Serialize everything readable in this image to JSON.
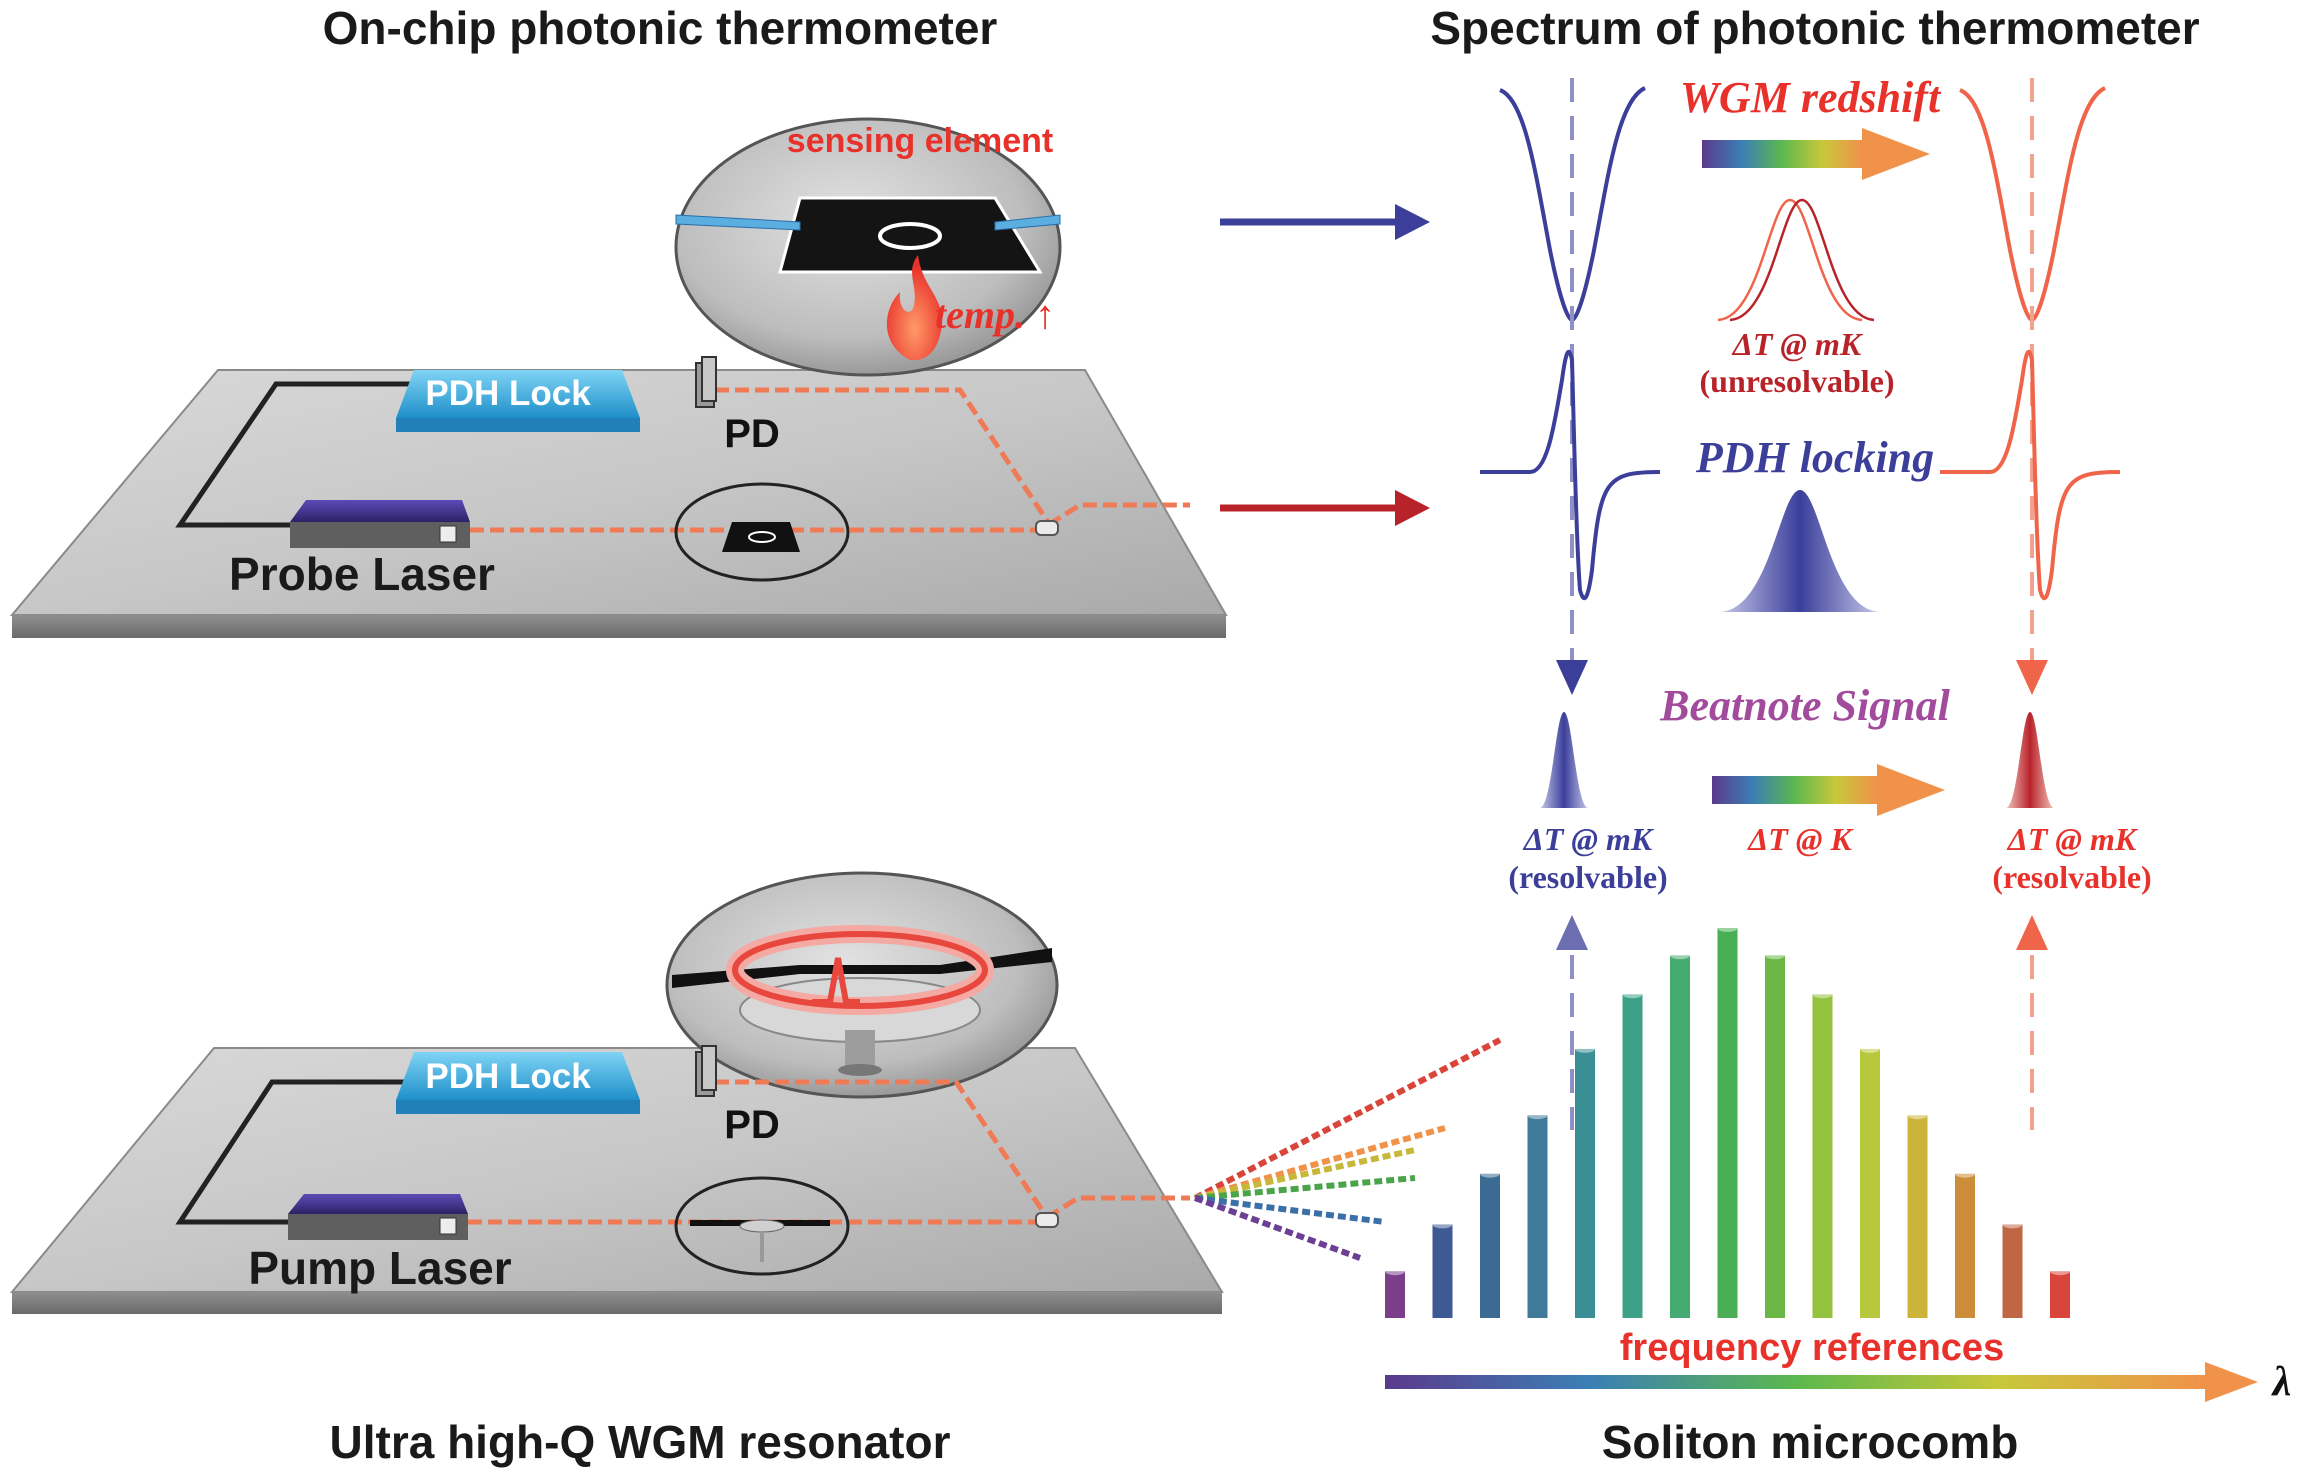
{
  "titles": {
    "top_left": "On-chip photonic thermometer",
    "top_right": "Spectrum of photonic thermometer",
    "bottom_left": "Ultra high-Q WGM resonator",
    "bottom_right": "Soliton microcomb"
  },
  "top_setup": {
    "sensing_label": "sensing element",
    "temp_label": "temp. ↑",
    "pdh_lock": "PDH Lock",
    "pd": "PD",
    "laser": "Probe Laser"
  },
  "bottom_setup": {
    "pdh_lock": "PDH Lock",
    "pd": "PD",
    "laser": "Pump Laser"
  },
  "spectrum": {
    "wgm_redshift": "WGM redshift",
    "dt_mk_unres": "ΔT @ mK",
    "unresolvable": "(unresolvable)",
    "pdh_locking": "PDH locking",
    "beatnote": "Beatnote Signal",
    "dt_mk_left": "ΔT @ mK",
    "resolvable_left": "(resolvable)",
    "dt_k": "ΔT @ K",
    "dt_mk_right": "ΔT @ mK",
    "resolvable_right": "(resolvable)",
    "freq_refs": "frequency references",
    "lambda": "λ"
  },
  "colors": {
    "title": "#1a1a1a",
    "accent_red": "#e8312a",
    "blue": "#3b3f9a",
    "red_curve": "#f0644a",
    "beatnote": "#a24b9c",
    "pdh_box": "#2ea6dc",
    "fiber": "#f07a55"
  },
  "comb": {
    "lines": 15,
    "heights": [
      0.12,
      0.24,
      0.37,
      0.52,
      0.69,
      0.83,
      0.93,
      1.0,
      0.93,
      0.83,
      0.69,
      0.52,
      0.37,
      0.24,
      0.12
    ],
    "colors": [
      "#7a3e8a",
      "#3e5a94",
      "#3b6a93",
      "#3f7a98",
      "#3a8f94",
      "#3da188",
      "#45ab70",
      "#4aae55",
      "#6ab745",
      "#93c23e",
      "#b8c83d",
      "#ccb43a",
      "#cc8d3a",
      "#bf6645",
      "#d9453a"
    ]
  }
}
